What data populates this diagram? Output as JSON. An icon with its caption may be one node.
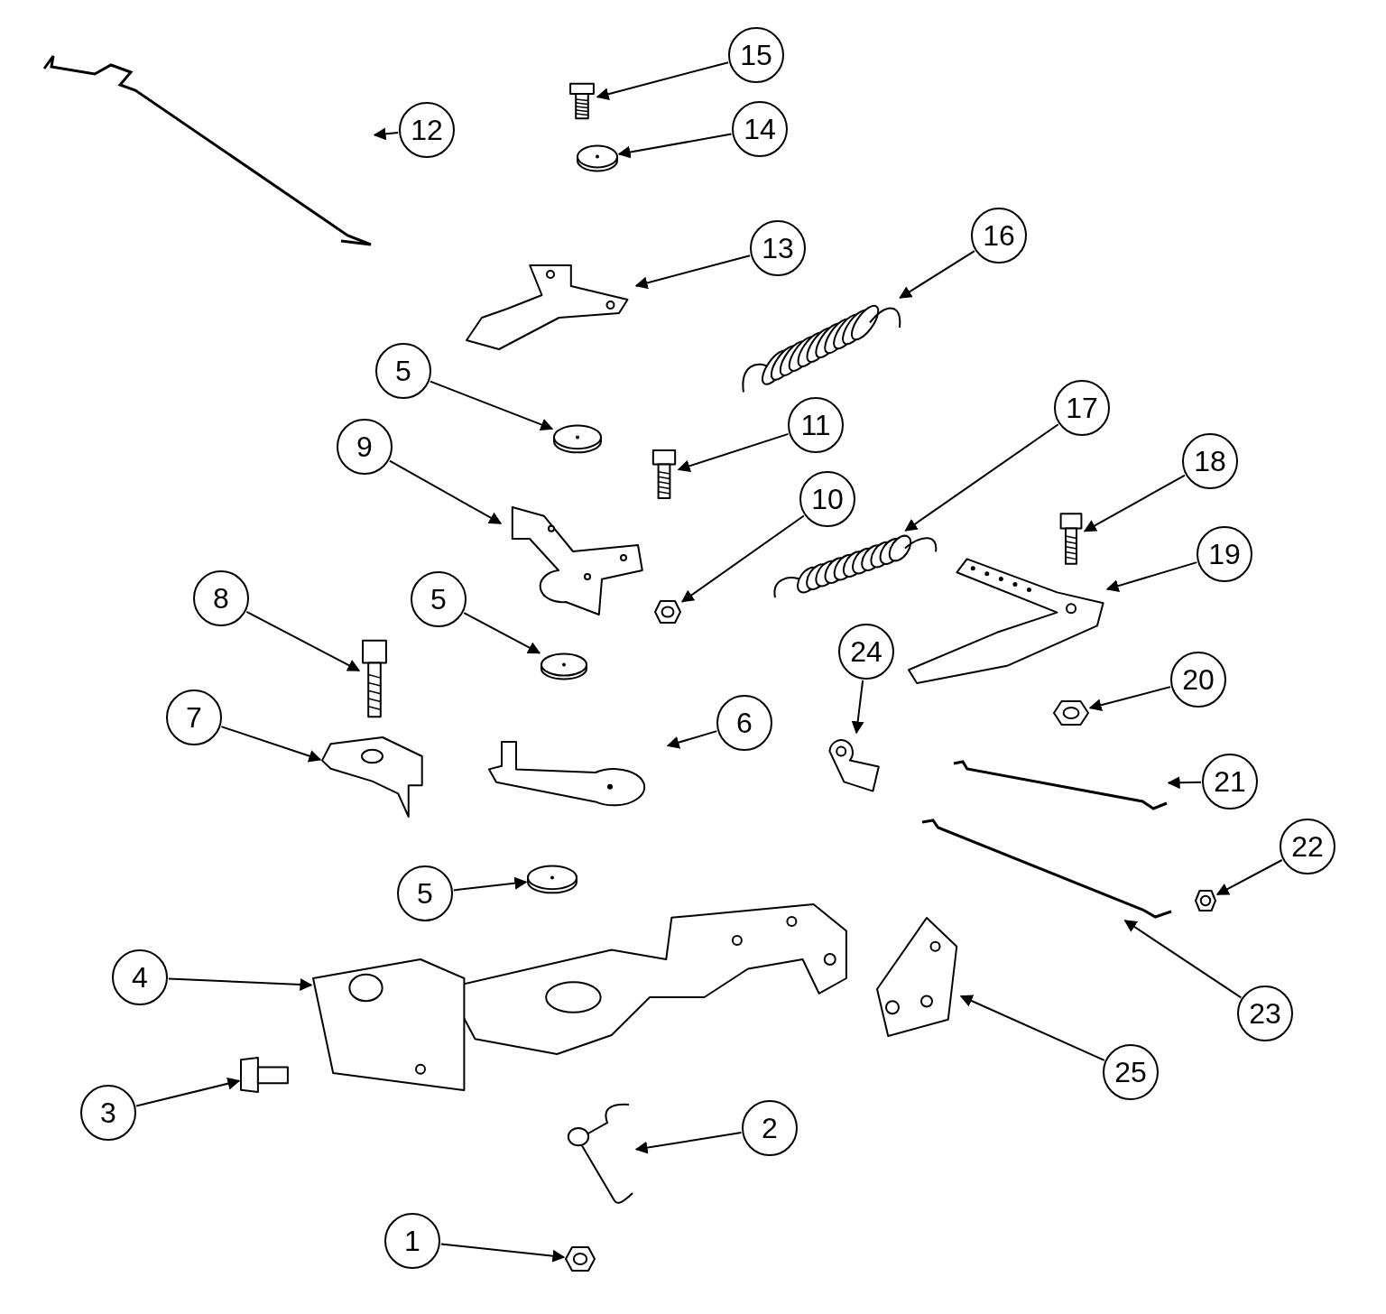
{
  "diagram": {
    "nodes": [
      {
        "text": [
          "15"
        ]
      },
      {
        "text": [],
        "shape": "picture"
      },
      {
        "text": [
          "12"
        ]
      },
      {
        "text": [],
        "shape": "picture"
      },
      {
        "text": [
          "14"
        ]
      },
      {
        "text": [],
        "shape": "picture"
      },
      {
        "text": [
          "13"
        ]
      },
      {
        "text": [],
        "shape": "picture"
      },
      {
        "text": [
          "16"
        ]
      },
      {
        "text": [],
        "shape": "picture"
      },
      {
        "text": [
          "5"
        ]
      },
      {
        "text": [],
        "shape": "picture"
      },
      {
        "text": [
          "11"
        ]
      },
      {
        "text": [],
        "shape": "picture"
      },
      {
        "text": [
          "17"
        ]
      },
      {
        "text": [],
        "shape": "picture"
      },
      {
        "text": [
          "9"
        ]
      },
      {
        "text": [],
        "shape": "picture"
      },
      {
        "text": [
          "18"
        ]
      },
      {
        "text": [],
        "shape": "picture"
      },
      {
        "text": [
          "10"
        ]
      },
      {
        "text": [],
        "shape": "picture"
      },
      {
        "text": [
          "19"
        ]
      },
      {
        "text": [],
        "shape": "picture"
      },
      {
        "text": [
          "8"
        ]
      },
      {
        "text": [],
        "shape": "picture"
      },
      {
        "text": [
          "5"
        ]
      },
      {
        "text": [],
        "shape": "picture"
      },
      {
        "text": [
          "24"
        ]
      },
      {
        "text": [],
        "shape": "picture"
      },
      {
        "text": [
          "20"
        ]
      },
      {
        "text": [],
        "shape": "picture"
      },
      {
        "text": [
          "7"
        ]
      },
      {
        "text": [],
        "shape": "picture"
      },
      {
        "text": [
          "6"
        ]
      },
      {
        "text": [],
        "shape": "picture"
      },
      {
        "text": [
          "21"
        ]
      },
      {
        "text": [],
        "shape": "picture"
      },
      {
        "text": [
          "22"
        ]
      },
      {
        "text": [],
        "shape": "picture"
      },
      {
        "text": [
          "5"
        ]
      },
      {
        "text": [],
        "shape": "picture"
      },
      {
        "text": [
          "4"
        ]
      },
      {
        "text": [],
        "shape": "picture"
      },
      {
        "text": [
          "23"
        ]
      },
      {
        "text": [],
        "shape": "picture"
      },
      {
        "text": [
          "25"
        ]
      },
      {
        "text": [],
        "shape": "picture"
      },
      {
        "text": [
          "3"
        ]
      },
      {
        "text": [],
        "shape": "picture"
      },
      {
        "text": [
          "2"
        ]
      },
      {
        "text": [],
        "shape": "picture"
      },
      {
        "text": [
          "1"
        ]
      },
      {
        "text": [],
        "shape": "picture"
      }
    ],
    "edges": [
      {
        "from": 0,
        "to": 1,
        "arrow": "to"
      },
      {
        "from": 2,
        "to": 3,
        "arrow": "to"
      },
      {
        "from": 4,
        "to": 5,
        "arrow": "to"
      },
      {
        "from": 6,
        "to": 7,
        "arrow": "to"
      },
      {
        "from": 8,
        "to": 9,
        "arrow": "to"
      },
      {
        "from": 10,
        "to": 11,
        "arrow": "to"
      },
      {
        "from": 12,
        "to": 13,
        "arrow": "to"
      },
      {
        "from": 14,
        "to": 15,
        "arrow": "to"
      },
      {
        "from": 16,
        "to": 17,
        "arrow": "to"
      },
      {
        "from": 18,
        "to": 19,
        "arrow": "to"
      },
      {
        "from": 20,
        "to": 21,
        "arrow": "to"
      },
      {
        "from": 22,
        "to": 23,
        "arrow": "to"
      },
      {
        "from": 24,
        "to": 25,
        "arrow": "to"
      },
      {
        "from": 26,
        "to": 27,
        "arrow": "to"
      },
      {
        "from": 28,
        "to": 29,
        "arrow": "to"
      },
      {
        "from": 30,
        "to": 31,
        "arrow": "to"
      },
      {
        "from": 32,
        "to": 33,
        "arrow": "to"
      },
      {
        "from": 34,
        "to": 35,
        "arrow": "to"
      },
      {
        "from": 36,
        "to": 37,
        "arrow": "to"
      },
      {
        "from": 38,
        "to": 39,
        "arrow": "to"
      },
      {
        "from": 40,
        "to": 41,
        "arrow": "to"
      },
      {
        "from": 42,
        "to": 43,
        "arrow": "to"
      },
      {
        "from": 44,
        "to": 45,
        "arrow": "to"
      },
      {
        "from": 46,
        "to": 47,
        "arrow": "to"
      },
      {
        "from": 48,
        "to": 49,
        "arrow": "to"
      },
      {
        "from": 50,
        "to": 51,
        "arrow": "to"
      },
      {
        "from": 52,
        "to": 53,
        "arrow": "to"
      }
    ]
  }
}
